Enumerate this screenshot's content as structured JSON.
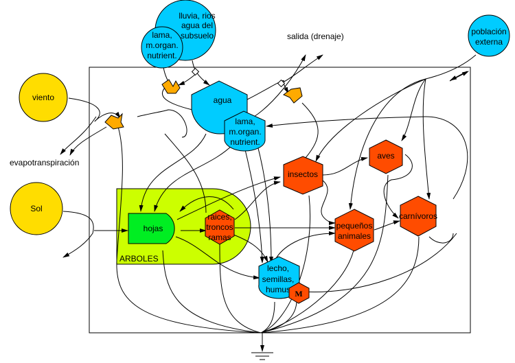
{
  "diagram": {
    "system_label": "ARBOLES",
    "colors": {
      "source": "#ffdd00",
      "water": "#00ccff",
      "consumer": "#ff4c00",
      "producer": "#00ee22",
      "subsystem": "#ccff00",
      "interaction": "#ffaa00",
      "line": "#000000"
    },
    "sources": {
      "viento": "viento",
      "sol": "Sol",
      "lluvia": [
        "lluvia, rios",
        "agua del",
        "subsuelo"
      ],
      "lama_ext": [
        "lama,",
        "m.organ.",
        "nutrient."
      ],
      "poblacion": [
        "población",
        "externa"
      ]
    },
    "storages": {
      "agua": "agua",
      "lama": [
        "lama,",
        "m.organ.",
        "nutrient."
      ],
      "lecho": [
        "lecho,",
        "semillas,",
        "humus"
      ]
    },
    "producers": {
      "hojas": "hojas"
    },
    "consumers": {
      "raices": [
        "raices,",
        "troncos",
        "ramas"
      ],
      "insectos": "insectos",
      "aves": "aves",
      "pequenos": [
        "pequeños",
        "animales"
      ],
      "carnivoros": "carnívoros",
      "microbes": "M"
    },
    "labels": {
      "salida": "salida (drenaje)",
      "evapotranspiracion": "evapotranspiración"
    }
  }
}
